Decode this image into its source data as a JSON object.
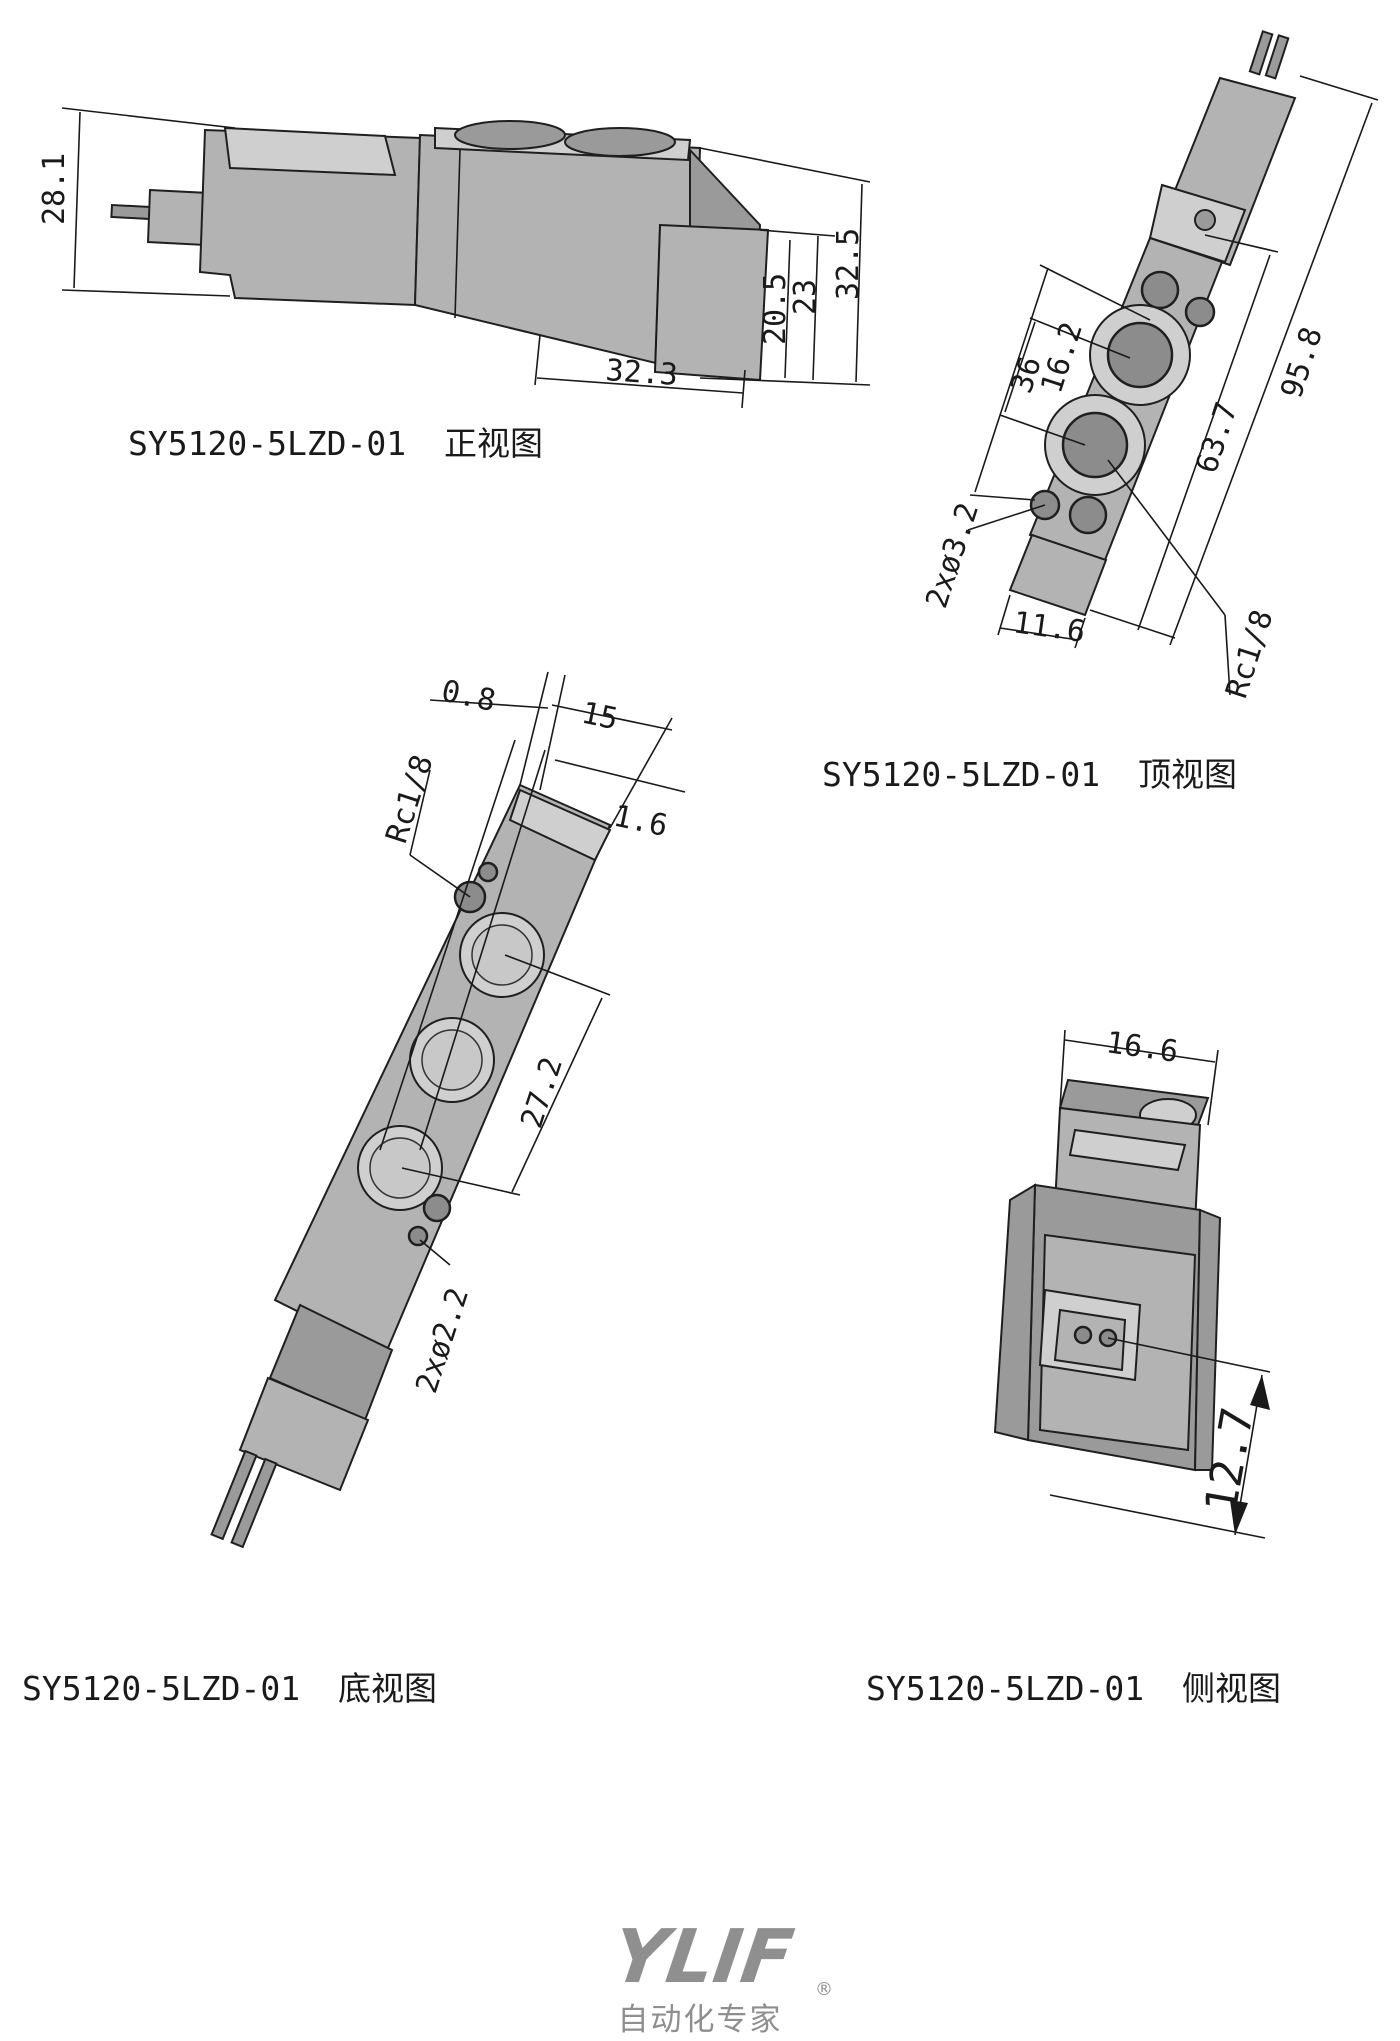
{
  "views": {
    "front": {
      "caption_model": "SY5120-5LZD-01",
      "caption_view": "正视图",
      "dims": [
        "28.1",
        "20.5",
        "23",
        "32.5",
        "32.3"
      ]
    },
    "top": {
      "caption_model": "SY5120-5LZD-01",
      "caption_view": "顶视图",
      "dims": [
        "36",
        "16.2",
        "63.7",
        "95.8",
        "2xø3.2",
        "11.6",
        "Rc1/8"
      ]
    },
    "bottom": {
      "caption_model": "SY5120-5LZD-01",
      "caption_view": "底视图",
      "dims": [
        "0.8",
        "15",
        "1.6",
        "Rc1/8",
        "27.2",
        "2xø2.2"
      ]
    },
    "side": {
      "caption_model": "SY5120-5LZD-01",
      "caption_view": "侧视图",
      "dims": [
        "16.6",
        "12.7"
      ]
    }
  },
  "brand": {
    "logo": "YLIF",
    "registered": "®",
    "tagline": "自动化专家"
  },
  "colors": {
    "part": "#b3b3b3",
    "line": "#1a1a1a",
    "logo": "#8f8f8f"
  }
}
